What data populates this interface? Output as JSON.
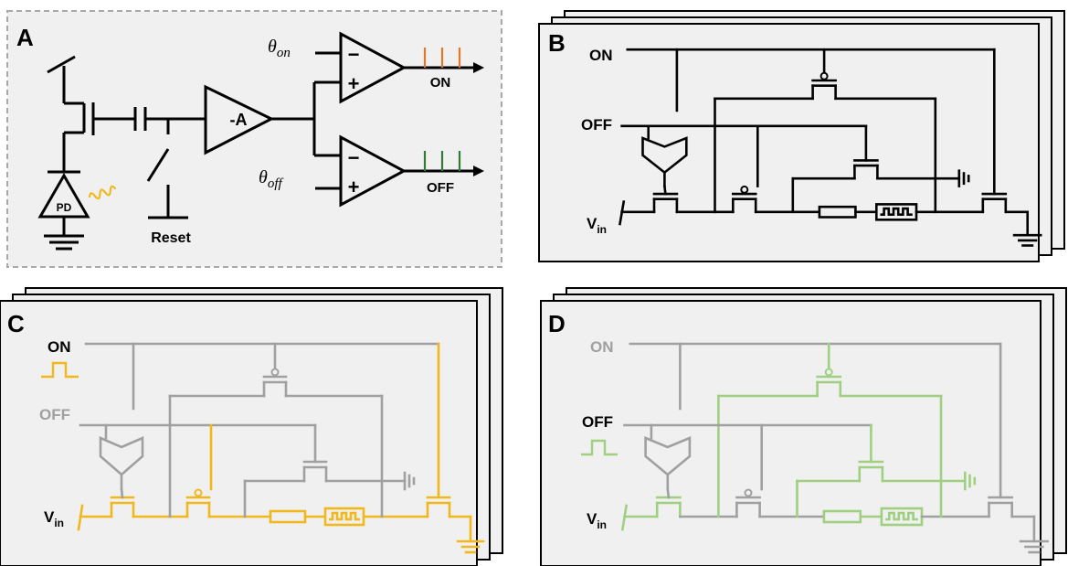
{
  "panels": {
    "A": {
      "label": "A"
    },
    "B": {
      "label": "B"
    },
    "C": {
      "label": "C"
    },
    "D": {
      "label": "D"
    }
  },
  "panel_a": {
    "theta_on": "θ",
    "theta_on_sub": "on",
    "theta_off": "θ",
    "theta_off_sub": "off",
    "amp_label": "-A",
    "minus": "−",
    "plus": "+",
    "on_out": "ON",
    "off_out": "OFF",
    "pd": "PD",
    "reset": "Reset"
  },
  "circuit": {
    "on": "ON",
    "off": "OFF",
    "vin": "V",
    "vin_sub": "in"
  },
  "colors": {
    "black": "#000000",
    "gray": "#a0a0a0",
    "yellow": "#f0b81c",
    "green": "#9fcf80",
    "on_spike": "#e0782a",
    "off_spike": "#2e7d32",
    "panel_bg": "#f0f0f0",
    "dash": "#a8a8a8"
  }
}
